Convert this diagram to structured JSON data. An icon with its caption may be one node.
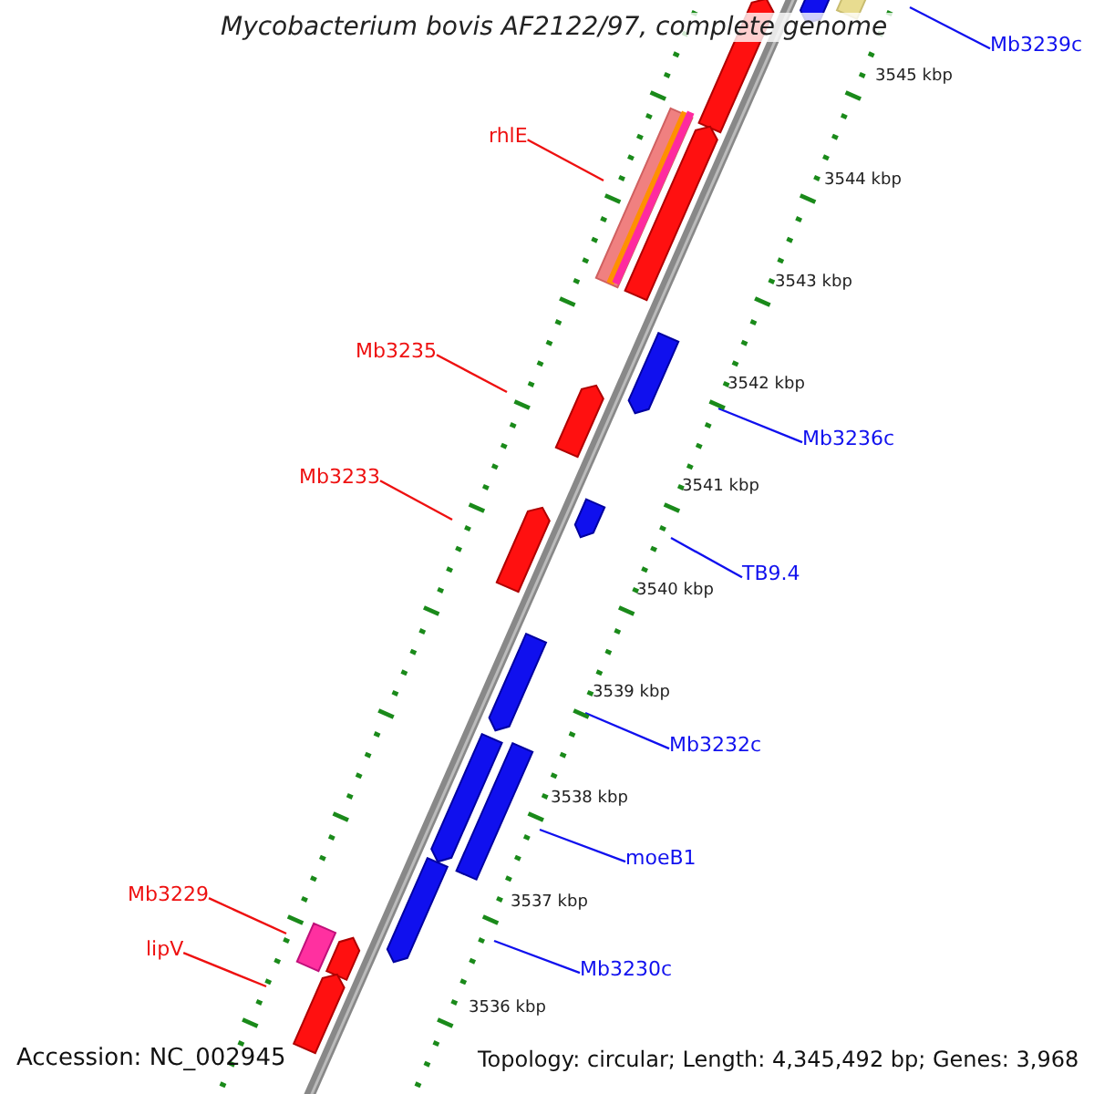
{
  "diagram": {
    "title": "Mycobacterium bovis AF2122/97, complete genome",
    "nodes": [
      {
        "text": [
          "Mb3239c"
        ]
      },
      {
        "text": [
          "rhlE"
        ]
      },
      {
        "text": [
          "Mb3235"
        ]
      },
      {
        "text": [
          "Mb3236c"
        ]
      },
      {
        "text": [
          "Mb3233"
        ]
      },
      {
        "text": [
          "TB9.4"
        ]
      },
      {
        "text": [
          "Mb3232c"
        ]
      },
      {
        "text": [
          "moeB1"
        ]
      },
      {
        "text": [
          "Mb3229"
        ]
      },
      {
        "text": [
          "lipV"
        ]
      },
      {
        "text": [
          "Mb3230c"
        ]
      }
    ],
    "edges": [
      {
        "from": 0,
        "to": null,
        "arrow": "none"
      },
      {
        "from": 1,
        "to": null,
        "arrow": "none",
        "color": "#ee1010"
      },
      {
        "from": 2,
        "to": null,
        "arrow": "none",
        "color": "#ee1010"
      },
      {
        "from": 3,
        "to": null,
        "arrow": "none"
      },
      {
        "from": 4,
        "to": null,
        "arrow": "none",
        "color": "#ee1010"
      },
      {
        "from": 5,
        "to": null,
        "arrow": "none"
      },
      {
        "from": 6,
        "to": null,
        "arrow": "none"
      },
      {
        "from": 7,
        "to": null,
        "arrow": "none"
      },
      {
        "from": 8,
        "to": null,
        "arrow": "none",
        "color": "#ee1010"
      },
      {
        "from": 9,
        "to": null,
        "arrow": "none",
        "color": "#ee1010"
      },
      {
        "from": 10,
        "to": null,
        "arrow": "none"
      }
    ],
    "labels": [
      "3545 kbp",
      "3544 kbp",
      "3543 kbp",
      "3542 kbp",
      "3541 kbp",
      "3540 kbp",
      "3539 kbp",
      "3538 kbp",
      "3537 kbp",
      "3536 kbp",
      "Accession: NC_002945",
      "Topology: circular; Length: 4,345,492 bp; Genes: 3,968"
    ]
  }
}
